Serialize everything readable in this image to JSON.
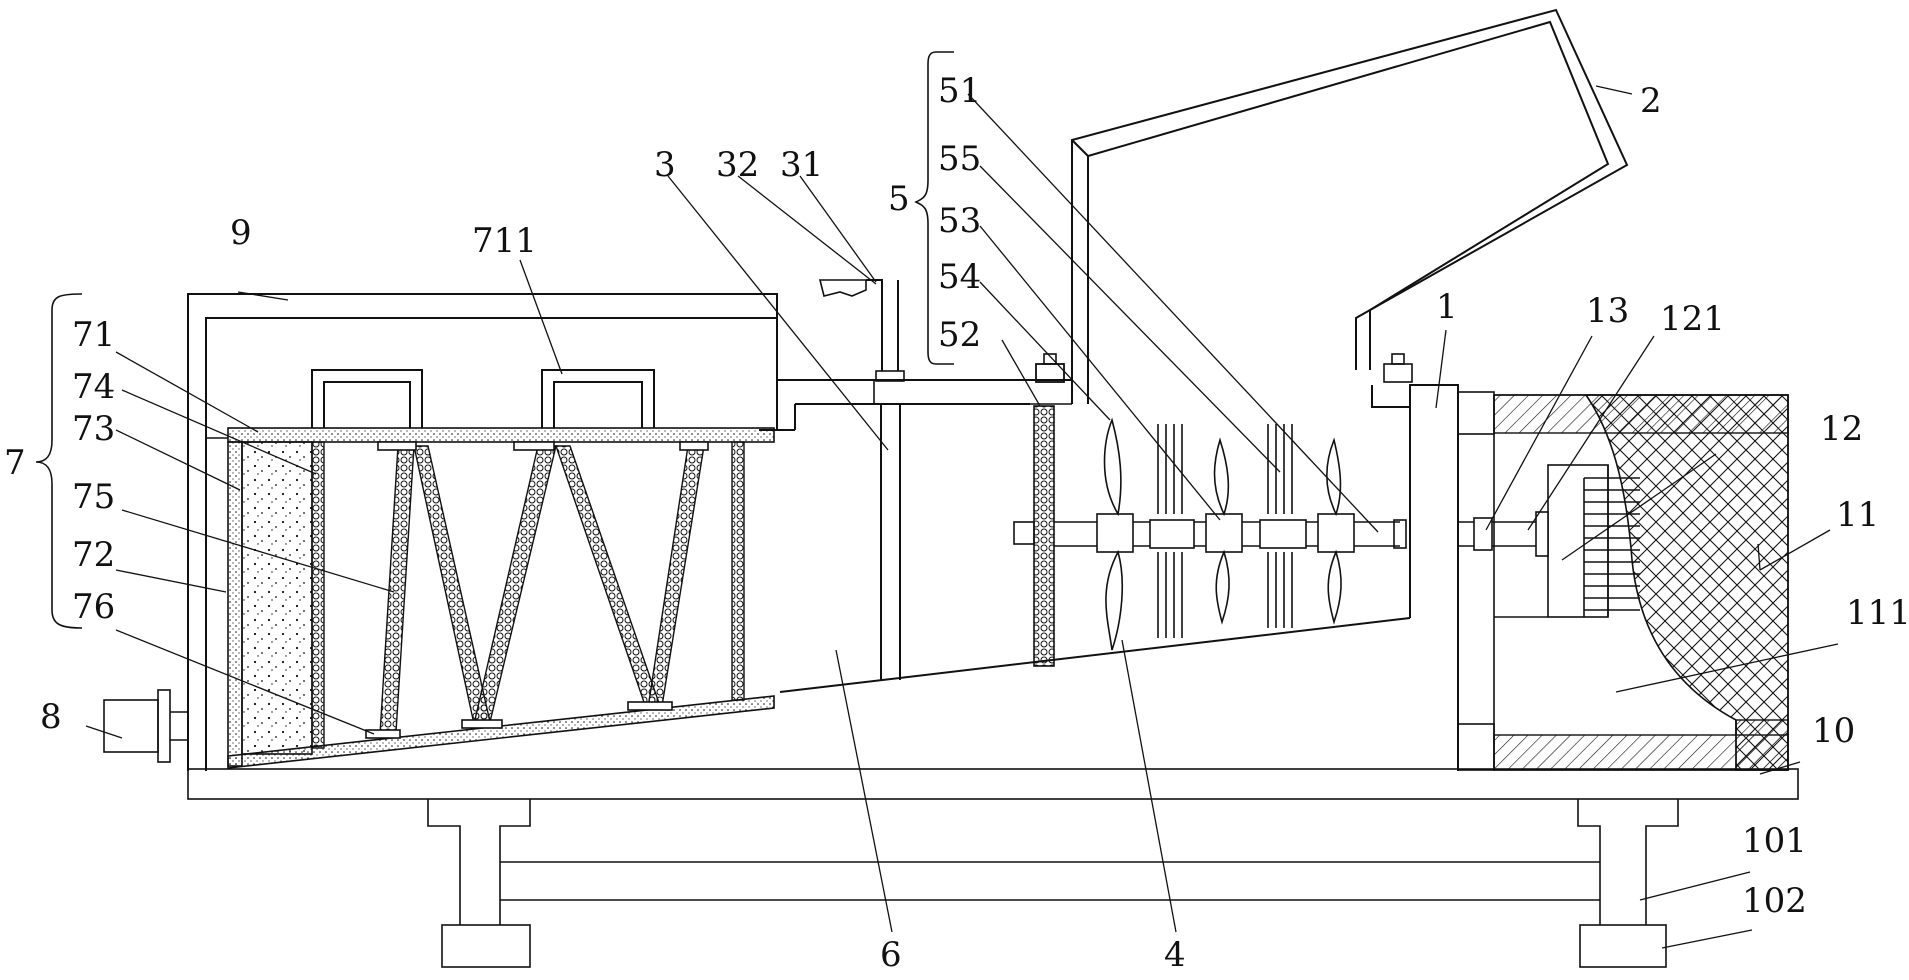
{
  "labels": {
    "l1": "1",
    "l2": "2",
    "l3": "3",
    "l4": "4",
    "l5": "5",
    "l6": "6",
    "l7": "7",
    "l8": "8",
    "l9": "9",
    "l10": "10",
    "l11": "11",
    "l12": "12",
    "l13": "13",
    "l31": "31",
    "l32": "32",
    "l51": "51",
    "l52": "52",
    "l53": "53",
    "l54": "54",
    "l55": "55",
    "l71": "71",
    "l72": "72",
    "l73": "73",
    "l74": "74",
    "l75": "75",
    "l76": "76",
    "l101": "101",
    "l102": "102",
    "l111": "111",
    "l121": "121",
    "l711": "711"
  }
}
